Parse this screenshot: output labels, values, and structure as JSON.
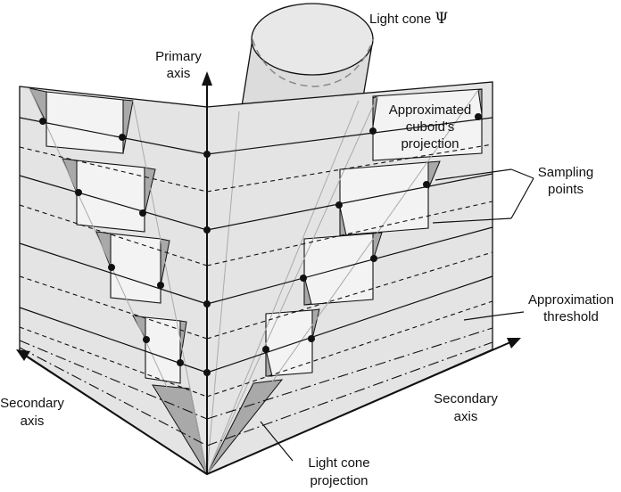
{
  "labels": {
    "light_cone": "Light cone ",
    "psi": "Ψ",
    "primary_axis_1": "Primary",
    "primary_axis_2": "axis",
    "approx_cuboid_1": "Approximated",
    "approx_cuboid_2": "cuboid's",
    "approx_cuboid_3": "projection",
    "sampling_1": "Sampling",
    "sampling_2": "points",
    "threshold_1": "Approximation",
    "threshold_2": "threshold",
    "secondary_left_1": "Secondary",
    "secondary_left_2": "axis",
    "secondary_right_1": "Secondary",
    "secondary_right_2": "axis",
    "cone_proj_1": "Light cone",
    "cone_proj_2": "projection"
  },
  "colors": {
    "wall": "#e4e4e4",
    "cuboid": "#f3f3f3",
    "cone": "#a9a9a9",
    "cylinder": "#dcdcdc",
    "line": "#111111"
  }
}
